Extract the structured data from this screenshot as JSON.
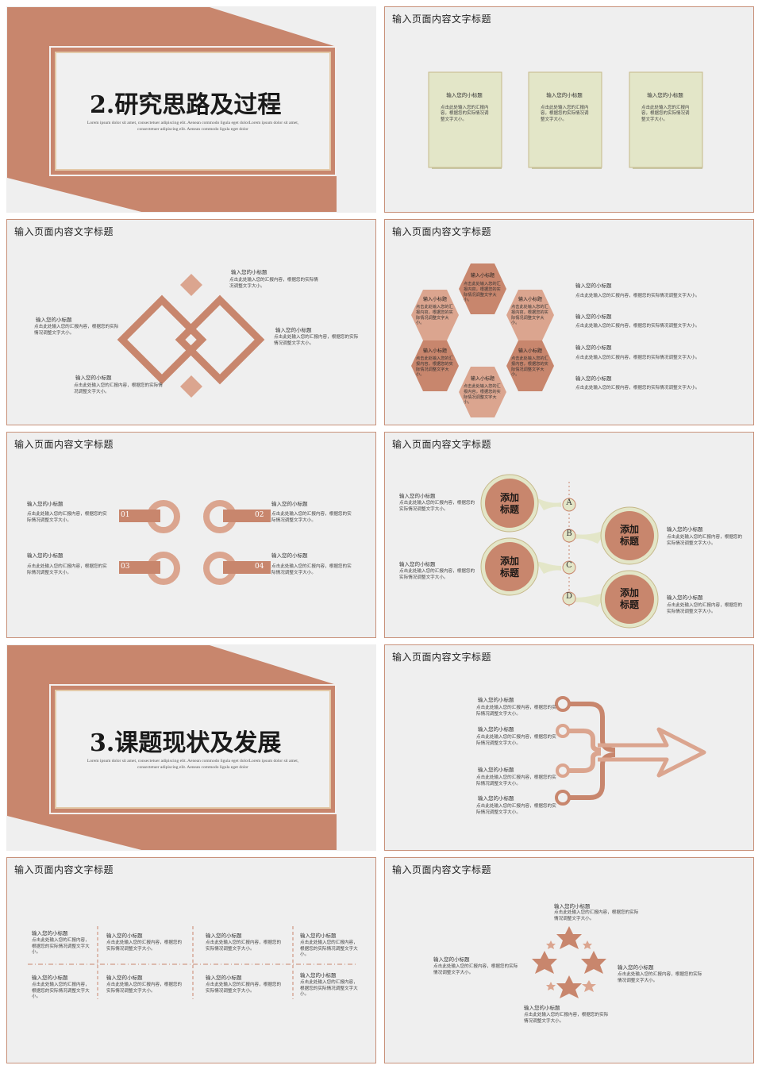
{
  "section_titles": [
    "2.研究思路及过程",
    "3.课题现状及发展"
  ],
  "lorem": [
    "Lorem ipsum dolor sit amet, consectetuer adipiscing elit. Aenean commodo ligula eget dolorLorem ipsum dolor sit amet,",
    "consectetuer adipiscing elit. Aenean commodo ligula eget dolor"
  ],
  "page_title": "输入页面内容文字标题",
  "sub": "输入您的小标题",
  "sub_alt": "输入小标题",
  "body_short": "点击此处输入您的汇报内容，根据您的实际情况调整文字大小。",
  "circle_label": [
    "添加",
    "标题"
  ],
  "letters": [
    "A",
    "B",
    "C",
    "D"
  ],
  "numbers": [
    "01",
    "02",
    "03",
    "04"
  ],
  "colors": {
    "accent": "#c8866d",
    "accent_light": "#dba58f",
    "cream": "#e3e6c8",
    "bg": "#efefef"
  }
}
